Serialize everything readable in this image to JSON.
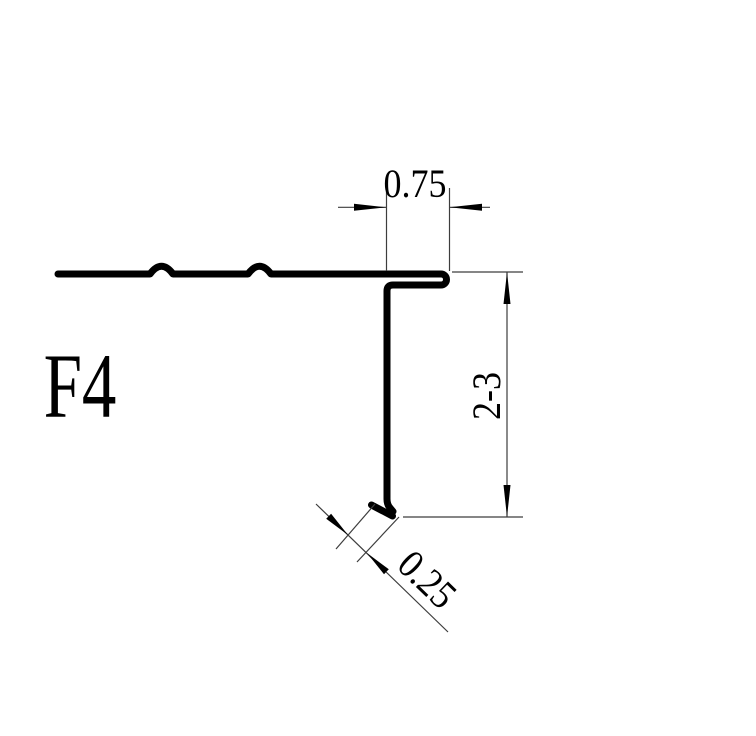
{
  "drawing": {
    "profile_label": "F4",
    "dimensions": {
      "top_width": "0.75",
      "right_height": "2-3",
      "bottom_hem": "0.25"
    },
    "colors": {
      "profile_stroke": "#000000",
      "thin_line": "#3d3d3d",
      "arrow_fill": "#000000",
      "background": "#ffffff"
    }
  }
}
